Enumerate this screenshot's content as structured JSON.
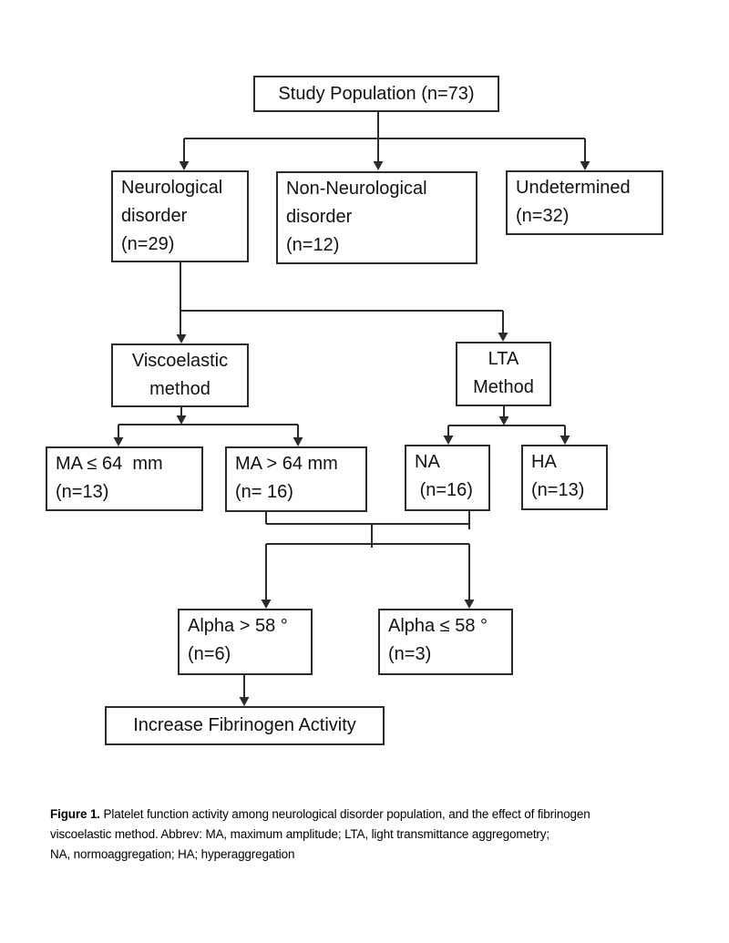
{
  "colors": {
    "line": "#2b2b2b",
    "text": "#111111",
    "bg": "#ffffff"
  },
  "flowchart": {
    "study_population": "Study Population (n=73)",
    "neurological": "Neurological\ndisorder\n(n=29)",
    "non_neurological": "Non-Neurological\ndisorder\n(n=12)",
    "undetermined": "Undetermined\n(n=32)",
    "viscoelastic_method": "Viscoelastic\nmethod",
    "lta_method": "LTA\nMethod",
    "ma_le_64mm": "MA ≤ 64  mm\n(n=13)",
    "ma_gt_64mm": "MA > 64 mm\n(n= 16)",
    "na": "NA\n (n=16)",
    "ha": "HA\n(n=13)",
    "alpha_gt_58": "Alpha > 58 °\n(n=6)",
    "alpha_le_58": "Alpha ≤ 58 °\n(n=3)",
    "increase_fibrinogen": "Increase Fibrinogen Activity"
  },
  "caption": {
    "label": "Figure 1.",
    "text": " Platelet function activity among neurological disorder population, and the effect of fibrinogen\nviscoelastic method. Abbrev: MA, maximum amplitude; LTA, light transmittance aggregometry;\nNA, normoaggregation; HA; hyperaggregation"
  }
}
